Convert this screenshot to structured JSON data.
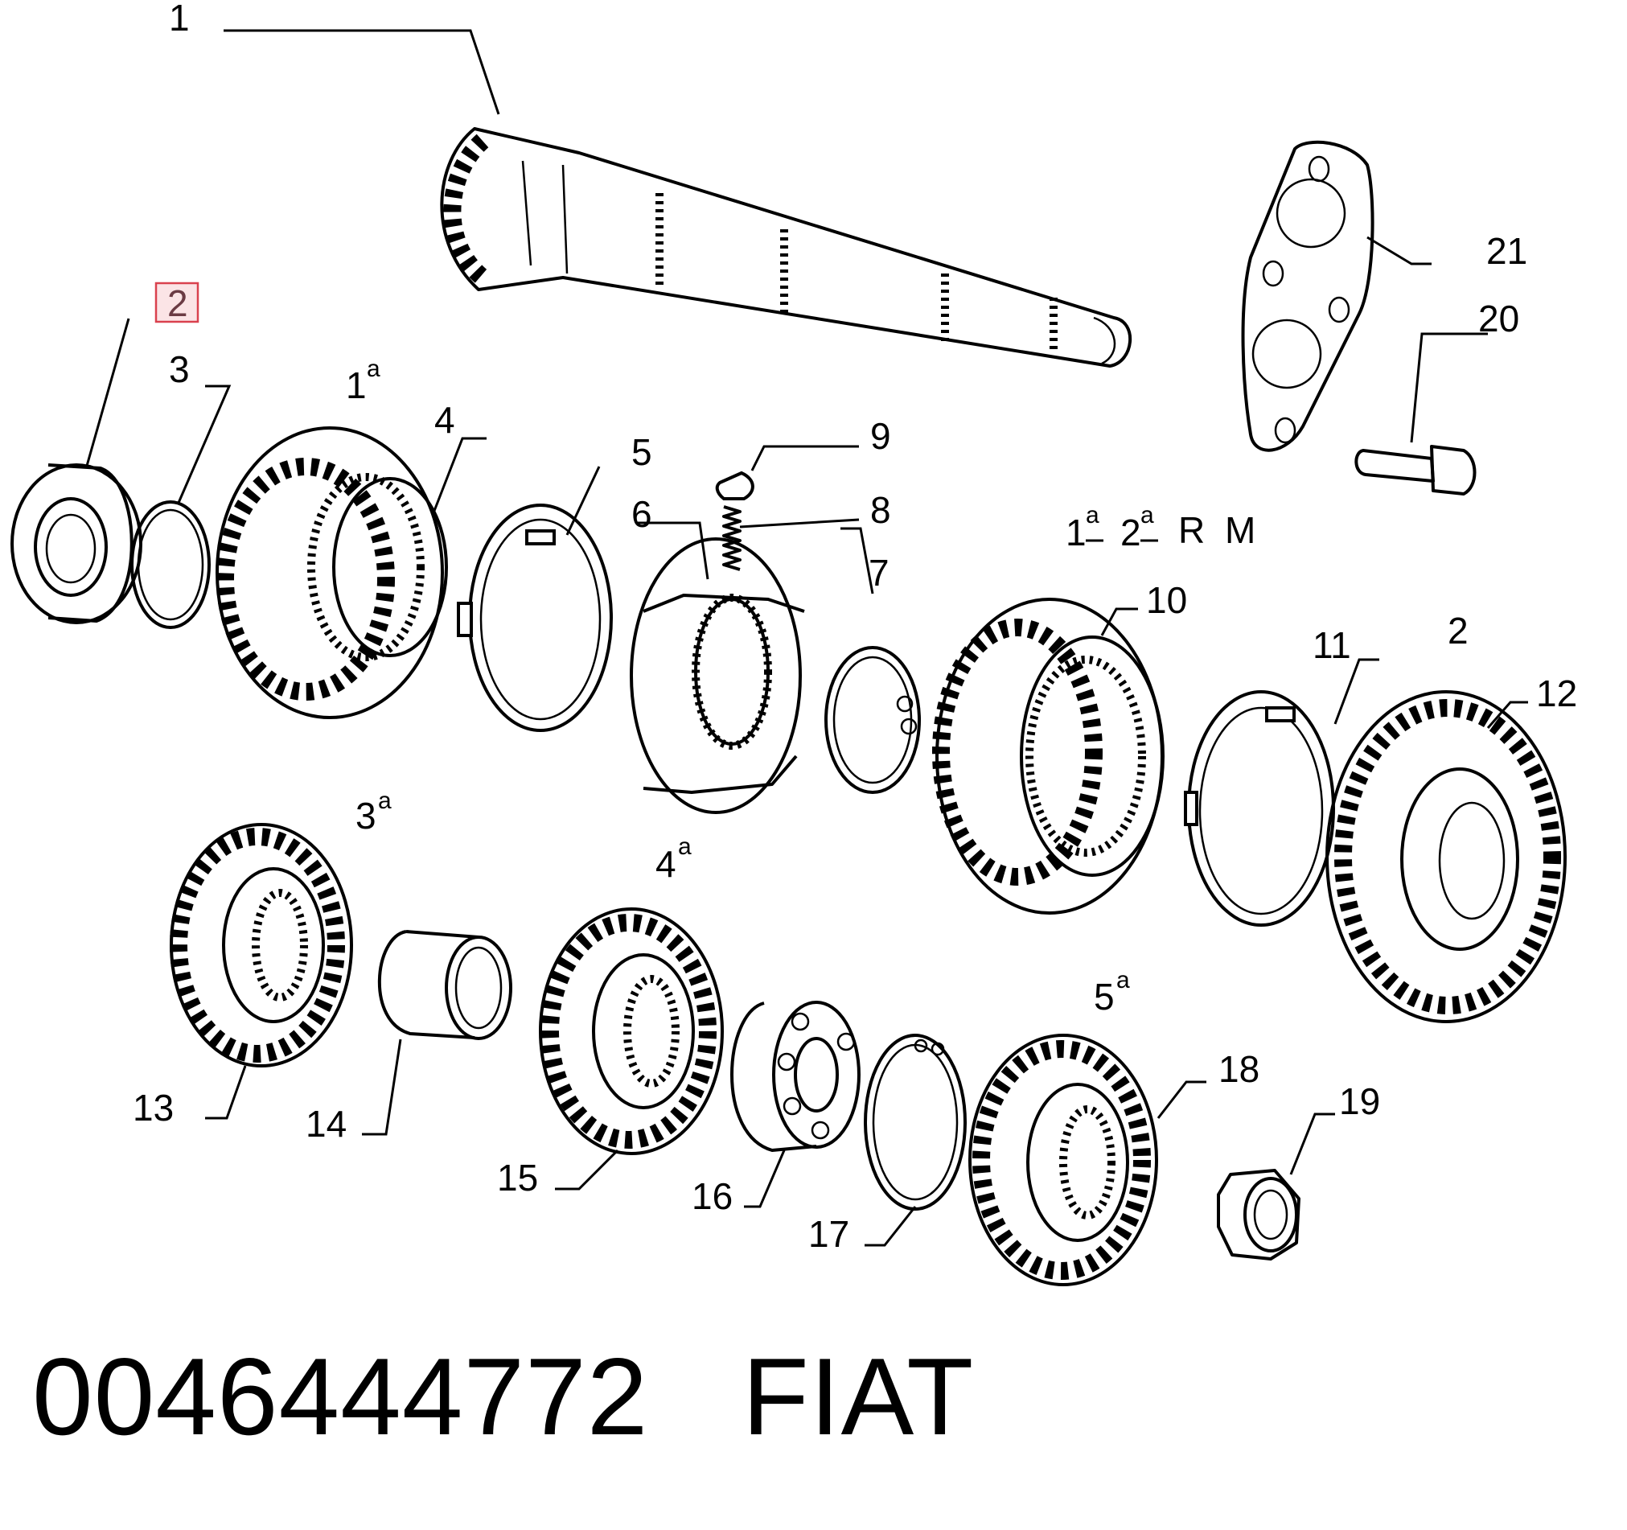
{
  "diagram": {
    "callouts": {
      "c1": "1",
      "c2": "2",
      "c3": "3",
      "c4": "4",
      "c5": "5",
      "c6": "6",
      "c7": "7",
      "c8": "8",
      "c9": "9",
      "c10": "10",
      "c11": "11",
      "c12": "12",
      "c13": "13",
      "c14": "14",
      "c15": "15",
      "c16": "16",
      "c17": "17",
      "c18": "18",
      "c19": "19",
      "c20": "20",
      "c21": "21"
    },
    "gear_marks": {
      "first": {
        "num": "1",
        "sup": "a"
      },
      "second": {
        "num": "2"
      },
      "third": {
        "num": "3",
        "sup": "a"
      },
      "fourth": {
        "num": "4",
        "sup": "a"
      },
      "fifth": {
        "num": "5",
        "sup": "a"
      },
      "sync_group": {
        "one": "1",
        "one_sup": "a",
        "two": "2",
        "two_sup": "a",
        "rm": "R M"
      }
    },
    "highlighted_callout": "2",
    "highlight_color": "#d9414e"
  },
  "caption": {
    "part_number": "0046444772",
    "brand": "FIAT"
  }
}
